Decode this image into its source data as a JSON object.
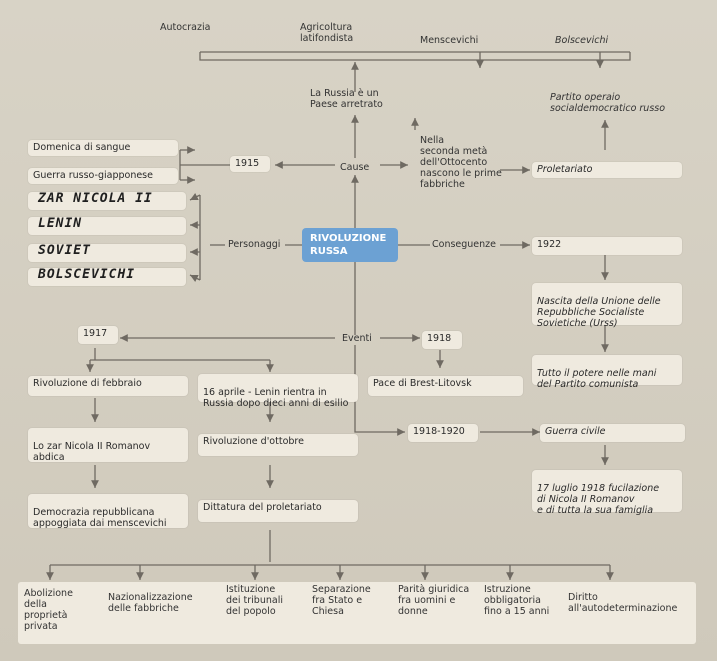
{
  "top": {
    "autocrazia": "Autocrazia",
    "agricoltura": "Agricoltura\nlatifondista",
    "menscevichi": "Menscevichi",
    "bolscevichi": "Bolscevichi"
  },
  "russia": "La Russia è un\nPaese arretrato",
  "partito": "Partito operaio\nsocialdemocratico russo",
  "domenica": "Domenica di sangue",
  "guerra_rg": "Guerra russo-giapponese",
  "y1915": "1915",
  "cause": "Cause",
  "ottocento": "Nella\nseconda metà\ndell'Ottocento\nnascono le prime\nfabbriche",
  "proletariato": "Proletariato",
  "handwritten": [
    "ZAR NICOLA II",
    "LENIN",
    "SOVIET",
    "BOLSCEVICHI"
  ],
  "personaggi": "Personaggi",
  "title": "RIVOLUZIONE\nRUSSA",
  "conseguenze": "Conseguenze",
  "y1922": "1922",
  "nascita": "Nascita della Unione delle\nRepubbliche Socialiste\nSovietiche (Urss)",
  "y1917": "1917",
  "eventi": "Eventi",
  "y1918": "1918",
  "potere": "Tutto il potere nelle mani\ndel Partito comunista",
  "febbraio": "Rivoluzione di febbraio",
  "aprile": "16 aprile - Lenin rientra in\nRussia dopo dieci anni di esilio",
  "brest": "Pace di Brest-Litovsk",
  "y1918_1920": "1918-1920",
  "guerra_civile": "Guerra civile",
  "zar_abdica": "Lo zar Nicola II Romanov\nabdica",
  "ottobre": "Rivoluzione d'ottobre",
  "fucilazione": "17 luglio 1918 fucilazione\ndi Nicola II Romanov\ne di tutta la sua famiglia",
  "democrazia": "Democrazia repubblicana\nappoggiata dai menscevichi",
  "dittatura": "Dittatura del proletariato",
  "bottom": [
    "Abolizione\ndella\nproprietà\nprivata",
    "Nazionalizzazione\ndelle fabbriche",
    "Istituzione\ndei tribunali\ndel popolo",
    "Separazione\nfra Stato e\nChiesa",
    "Parità giuridica\nfra uomini e\ndonne",
    "Istruzione\nobbligatoria\nfino a 15 anni",
    "Diritto\nall'autodeterminazione"
  ],
  "colors": {
    "arrow": "#6f6a62",
    "title_bg": "#6ca1d3",
    "box_bg": "#efeadf"
  }
}
